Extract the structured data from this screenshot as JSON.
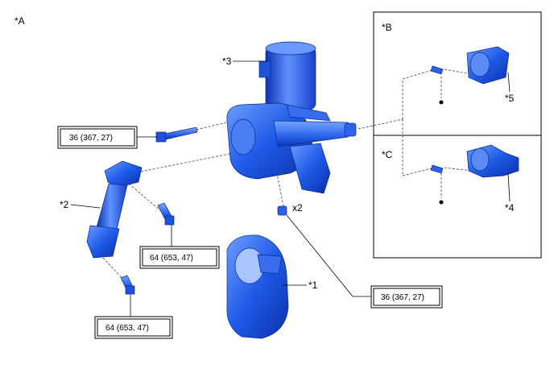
{
  "labels": {
    "view_a": "*A",
    "view_b": "*B",
    "view_c": "*C",
    "part_1": "*1",
    "part_2": "*2",
    "part_3": "*3",
    "part_4": "*4",
    "part_5": "*5",
    "qty_x2": "x2"
  },
  "torques": {
    "upper_left_bolt": "36 (367, 27)",
    "lower_right_nut": "36 (367, 27)",
    "middle_bolt": "64 (653, 47)",
    "bottom_bolt": "64 (653, 47)"
  },
  "colors": {
    "part_fill": "#1e5be8",
    "part_light": "#5b8ff5",
    "part_dark": "#0b2fa8",
    "line": "#000000"
  }
}
